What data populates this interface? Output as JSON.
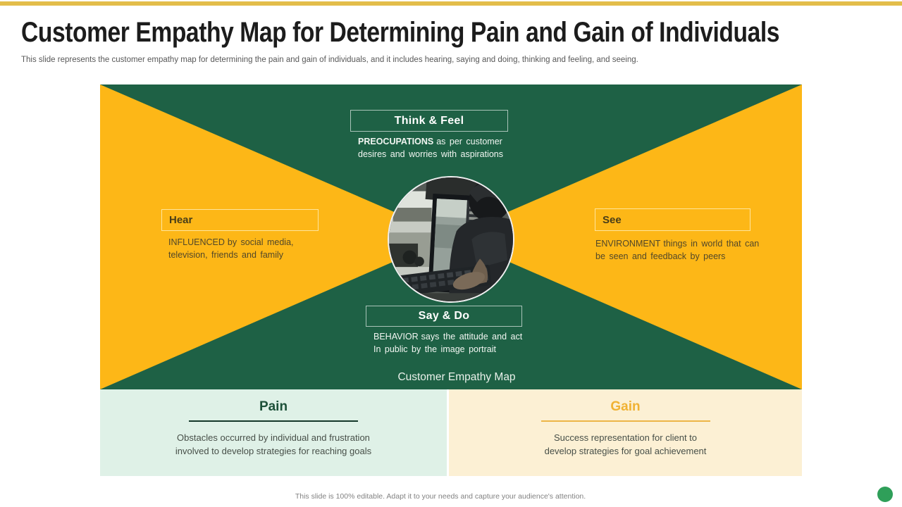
{
  "slide": {
    "title": "Customer Empathy Map for Determining Pain and Gain of Individuals",
    "subtitle": "This slide represents the customer empathy map for determining the pain and gain of individuals, and it includes hearing, saying and doing, thinking and feeling, and seeing.",
    "footer": "This slide is 100% editable. Adapt it to your needs and capture your audience's attention."
  },
  "empathy_map": {
    "caption": "Customer Empathy Map",
    "think_feel": {
      "label": "Think & Feel",
      "keyword": "PREOCUPATIONS",
      "text_rest": "as per customer",
      "text_line2": "desires and worries with aspirations"
    },
    "hear": {
      "label": "Hear",
      "keyword": "INFLUENCED",
      "text_rest": "by social media,",
      "text_line2": "television, friends and family"
    },
    "see": {
      "label": "See",
      "keyword": "ENVIRONMENT",
      "text_rest": "things in world that can",
      "text_line2": "be seen and feedback by peers"
    },
    "say_do": {
      "label": "Say & Do",
      "keyword": "BEHAVIOR",
      "text_rest": "says the attitude and act",
      "text_line2": "In public by the image portrait"
    },
    "center_image": "person-working-at-dual-monitor-computer"
  },
  "pain": {
    "title": "Pain",
    "line1": "Obstacles occurred by individual and frustration",
    "line2": "involved to develop strategies for reaching goals"
  },
  "gain": {
    "title": "Gain",
    "line1": "Success representation for client to",
    "line2": "develop strategies for goal achievement"
  },
  "colors": {
    "banner_green": "#1e6145",
    "quadrant_yellow": "#fdb717",
    "top_bar_gold": "#e3bd4a",
    "pain_bg": "#dff1e7",
    "pain_title": "#1d5139",
    "gain_bg": "#fcf0d4",
    "gain_title": "#f0b234",
    "corner_dot_green": "#2f9f59"
  }
}
